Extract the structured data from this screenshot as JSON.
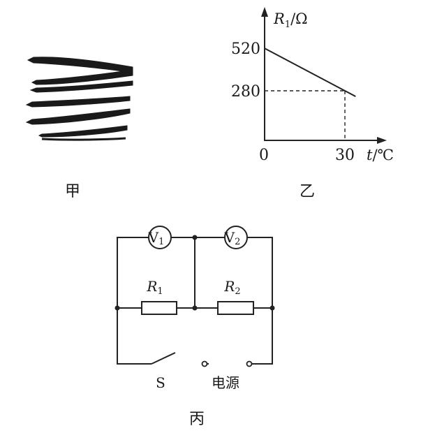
{
  "figures": {
    "jia": {
      "caption": "甲"
    },
    "yi": {
      "caption": "乙",
      "chart_data": {
        "type": "line",
        "series": [
          {
            "x": [
              0,
              30
            ],
            "y": [
              520,
              280
            ]
          }
        ],
        "ylabel_var": "R",
        "ylabel_sub": "1",
        "ylabel_unit": "/Ω",
        "xlabel_var": "t",
        "xlabel_unit": "/℃",
        "origin_label": "0",
        "yticks": [
          "520",
          "280"
        ],
        "xticks": [
          "30"
        ],
        "guide_point": {
          "x": 30,
          "y": 280
        }
      }
    },
    "bing": {
      "caption": "丙",
      "v1_letter": "V",
      "v1_sub": "1",
      "v2_letter": "V",
      "v2_sub": "2",
      "r1_letter": "R",
      "r1_sub": "1",
      "r2_letter": "R",
      "r2_sub": "2",
      "switch_label": "S",
      "source_label": "电源"
    }
  }
}
